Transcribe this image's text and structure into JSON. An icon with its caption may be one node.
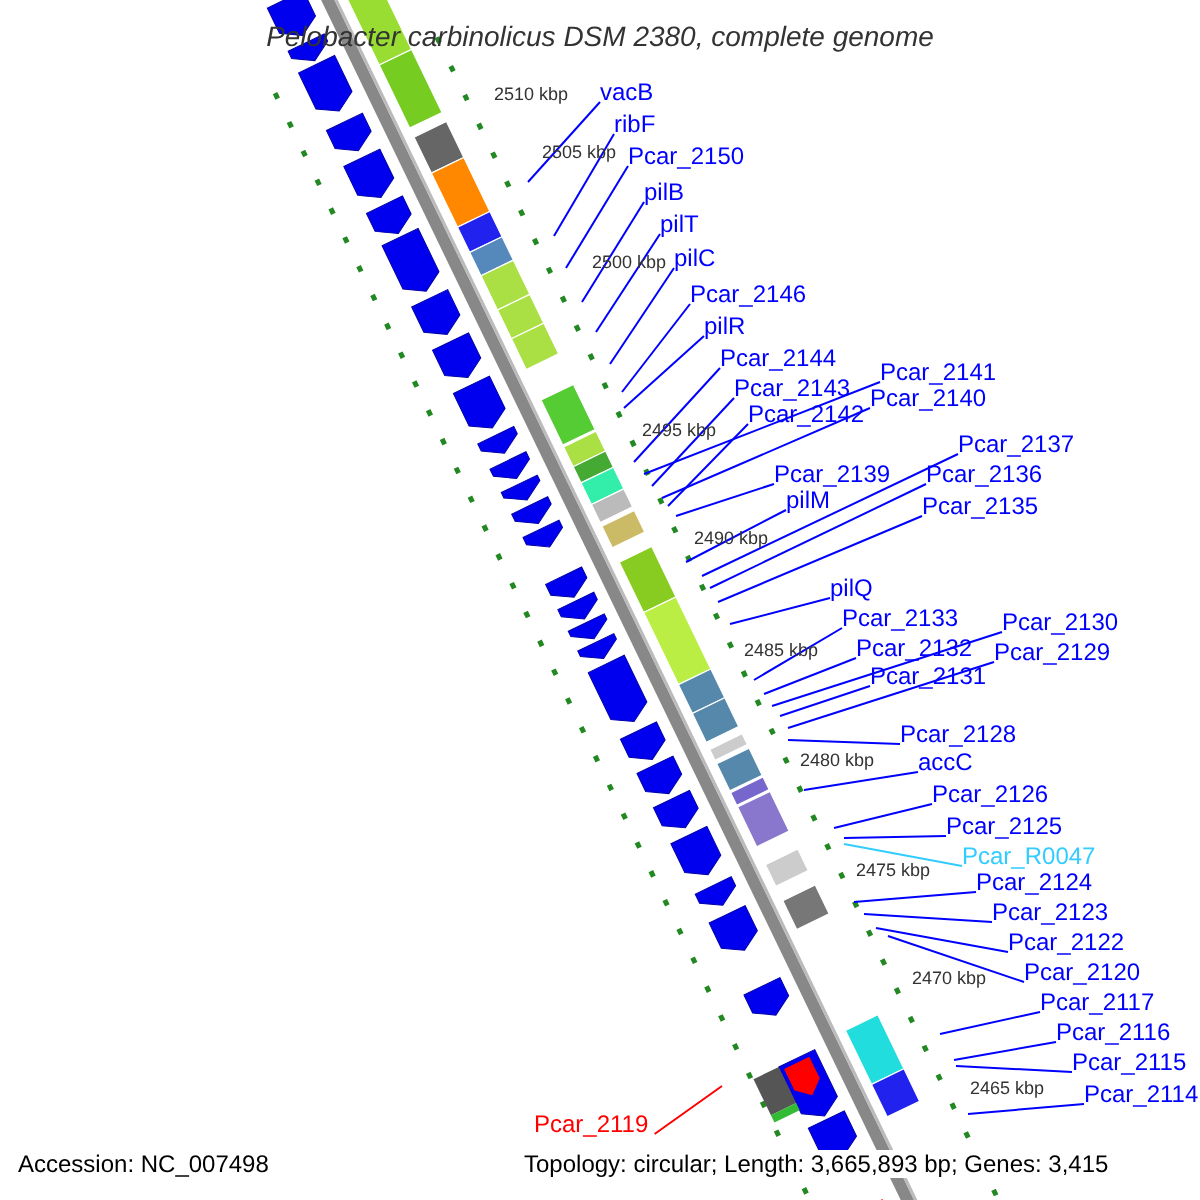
{
  "diagram": {
    "title": "Pelobacter carbinolicus DSM 2380, complete genome",
    "nodes": [
      {
        "text": [
          "vacB"
        ]
      },
      {
        "text": [
          "ribF"
        ]
      },
      {
        "text": [
          "Pcar_2150"
        ]
      },
      {
        "text": [
          "pilB"
        ]
      },
      {
        "text": [
          "pilT"
        ]
      },
      {
        "text": [
          "pilC"
        ]
      },
      {
        "text": [
          "Pcar_2146"
        ]
      },
      {
        "text": [
          "pilR"
        ]
      },
      {
        "text": [
          "Pcar_2144"
        ]
      },
      {
        "text": [
          "Pcar_2141"
        ]
      },
      {
        "text": [
          "Pcar_2143"
        ]
      },
      {
        "text": [
          "Pcar_2140"
        ]
      },
      {
        "text": [
          "Pcar_2142"
        ]
      },
      {
        "text": [
          "Pcar_2137"
        ]
      },
      {
        "text": [
          "Pcar_2139"
        ]
      },
      {
        "text": [
          "Pcar_2136"
        ]
      },
      {
        "text": [
          "pilM"
        ]
      },
      {
        "text": [
          "Pcar_2135"
        ]
      },
      {
        "text": [
          "pilQ"
        ]
      },
      {
        "text": [
          "Pcar_2133"
        ]
      },
      {
        "text": [
          "Pcar_2130"
        ]
      },
      {
        "text": [
          "Pcar_2132"
        ]
      },
      {
        "text": [
          "Pcar_2129"
        ]
      },
      {
        "text": [
          "Pcar_2131"
        ]
      },
      {
        "text": [
          "Pcar_2128"
        ]
      },
      {
        "text": [
          "accC"
        ]
      },
      {
        "text": [
          "Pcar_2126"
        ]
      },
      {
        "text": [
          "Pcar_2125"
        ]
      },
      {
        "text": [
          "Pcar_R0047"
        ]
      },
      {
        "text": [
          "Pcar_2124"
        ]
      },
      {
        "text": [
          "Pcar_2123"
        ]
      },
      {
        "text": [
          "Pcar_2122"
        ]
      },
      {
        "text": [
          "Pcar_2120"
        ]
      },
      {
        "text": [
          "Pcar_2117"
        ]
      },
      {
        "text": [
          "Pcar_2116"
        ]
      },
      {
        "text": [
          "Pcar_2115"
        ]
      },
      {
        "text": [
          "Pcar_2114"
        ]
      },
      {
        "text": [
          "Pcar_2119"
        ]
      }
    ],
    "edges": [
      {
        "from": 0,
        "to": null,
        "arrow": "none"
      },
      {
        "from": 1,
        "to": null,
        "arrow": "none"
      },
      {
        "from": 2,
        "to": null,
        "arrow": "none"
      },
      {
        "from": 3,
        "to": null,
        "arrow": "none"
      },
      {
        "from": 4,
        "to": null,
        "arrow": "none"
      },
      {
        "from": 5,
        "to": null,
        "arrow": "none"
      },
      {
        "from": 6,
        "to": null,
        "arrow": "none"
      },
      {
        "from": 7,
        "to": null,
        "arrow": "none"
      },
      {
        "from": 8,
        "to": null,
        "arrow": "none"
      },
      {
        "from": 9,
        "to": null,
        "arrow": "none"
      },
      {
        "from": 10,
        "to": null,
        "arrow": "none"
      },
      {
        "from": 11,
        "to": null,
        "arrow": "none"
      },
      {
        "from": 12,
        "to": null,
        "arrow": "none"
      },
      {
        "from": 13,
        "to": null,
        "arrow": "none"
      },
      {
        "from": 14,
        "to": null,
        "arrow": "none"
      },
      {
        "from": 15,
        "to": null,
        "arrow": "none"
      },
      {
        "from": 16,
        "to": null,
        "arrow": "none"
      },
      {
        "from": 17,
        "to": null,
        "arrow": "none"
      },
      {
        "from": 18,
        "to": null,
        "arrow": "none"
      },
      {
        "from": 19,
        "to": null,
        "arrow": "none"
      },
      {
        "from": 20,
        "to": null,
        "arrow": "none"
      },
      {
        "from": 21,
        "to": null,
        "arrow": "none"
      },
      {
        "from": 22,
        "to": null,
        "arrow": "none"
      },
      {
        "from": 23,
        "to": null,
        "arrow": "none"
      },
      {
        "from": 24,
        "to": null,
        "arrow": "none"
      },
      {
        "from": 25,
        "to": null,
        "arrow": "none"
      },
      {
        "from": 26,
        "to": null,
        "arrow": "none"
      },
      {
        "from": 27,
        "to": null,
        "arrow": "none"
      },
      {
        "from": 28,
        "to": null,
        "arrow": "none",
        "color": "#33ccff"
      },
      {
        "from": 29,
        "to": null,
        "arrow": "none"
      },
      {
        "from": 30,
        "to": null,
        "arrow": "none"
      },
      {
        "from": 31,
        "to": null,
        "arrow": "none"
      },
      {
        "from": 32,
        "to": null,
        "arrow": "none"
      },
      {
        "from": 33,
        "to": null,
        "arrow": "none"
      },
      {
        "from": 34,
        "to": null,
        "arrow": "none"
      },
      {
        "from": 35,
        "to": null,
        "arrow": "none"
      },
      {
        "from": 36,
        "to": null,
        "arrow": "none"
      },
      {
        "from": 37,
        "to": null,
        "arrow": "none",
        "color": "#ff0000"
      }
    ],
    "labels": [
      "2510 kbp",
      "2505 kbp",
      "2500 kbp",
      "2495 kbp",
      "2490 kbp",
      "2485 kbp",
      "2480 kbp",
      "2475 kbp",
      "2470 kbp",
      "2465 kbp",
      "Accession: NC_007498",
      "Topology: circular; Length: 3,665,893 bp; Genes: 3,415"
    ]
  }
}
